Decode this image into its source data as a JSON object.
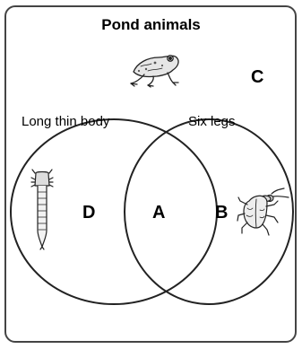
{
  "diagram": {
    "title": "Pond animals",
    "sets": [
      {
        "label": "Long thin body"
      },
      {
        "label": "Six legs"
      }
    ],
    "regions": {
      "outside": "C",
      "left_only": "D",
      "intersection": "A",
      "right_only": "B"
    },
    "pictures": [
      {
        "icon": "frog-icon",
        "region": "C"
      },
      {
        "icon": "larva-icon",
        "region": "D"
      },
      {
        "icon": "beetle-icon",
        "region": "B"
      }
    ],
    "colors": {
      "stroke": "#222222",
      "frame": "#444444",
      "background": "#ffffff"
    }
  }
}
